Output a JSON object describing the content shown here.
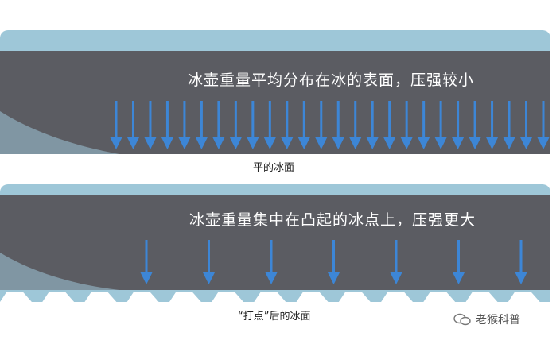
{
  "panels": [
    {
      "headline": "冰壶重量平均分布在冰的表面，压强较小",
      "caption": "平的冰面",
      "arrow_count": 26
    },
    {
      "headline": "冰壶重量集中在凸起的冰点上，压强更大",
      "caption": "“打点”后的冰面",
      "arrow_count": 7
    }
  ],
  "watermark": {
    "icon": "wechat-icon",
    "text": "老猴科普"
  },
  "colors": {
    "background": "#ffffff",
    "frame": "#9ec7d8",
    "stone": "#5b5c62",
    "arrow": "#3d86d6",
    "ice": "#ffffff",
    "headline": "#ffffff"
  }
}
